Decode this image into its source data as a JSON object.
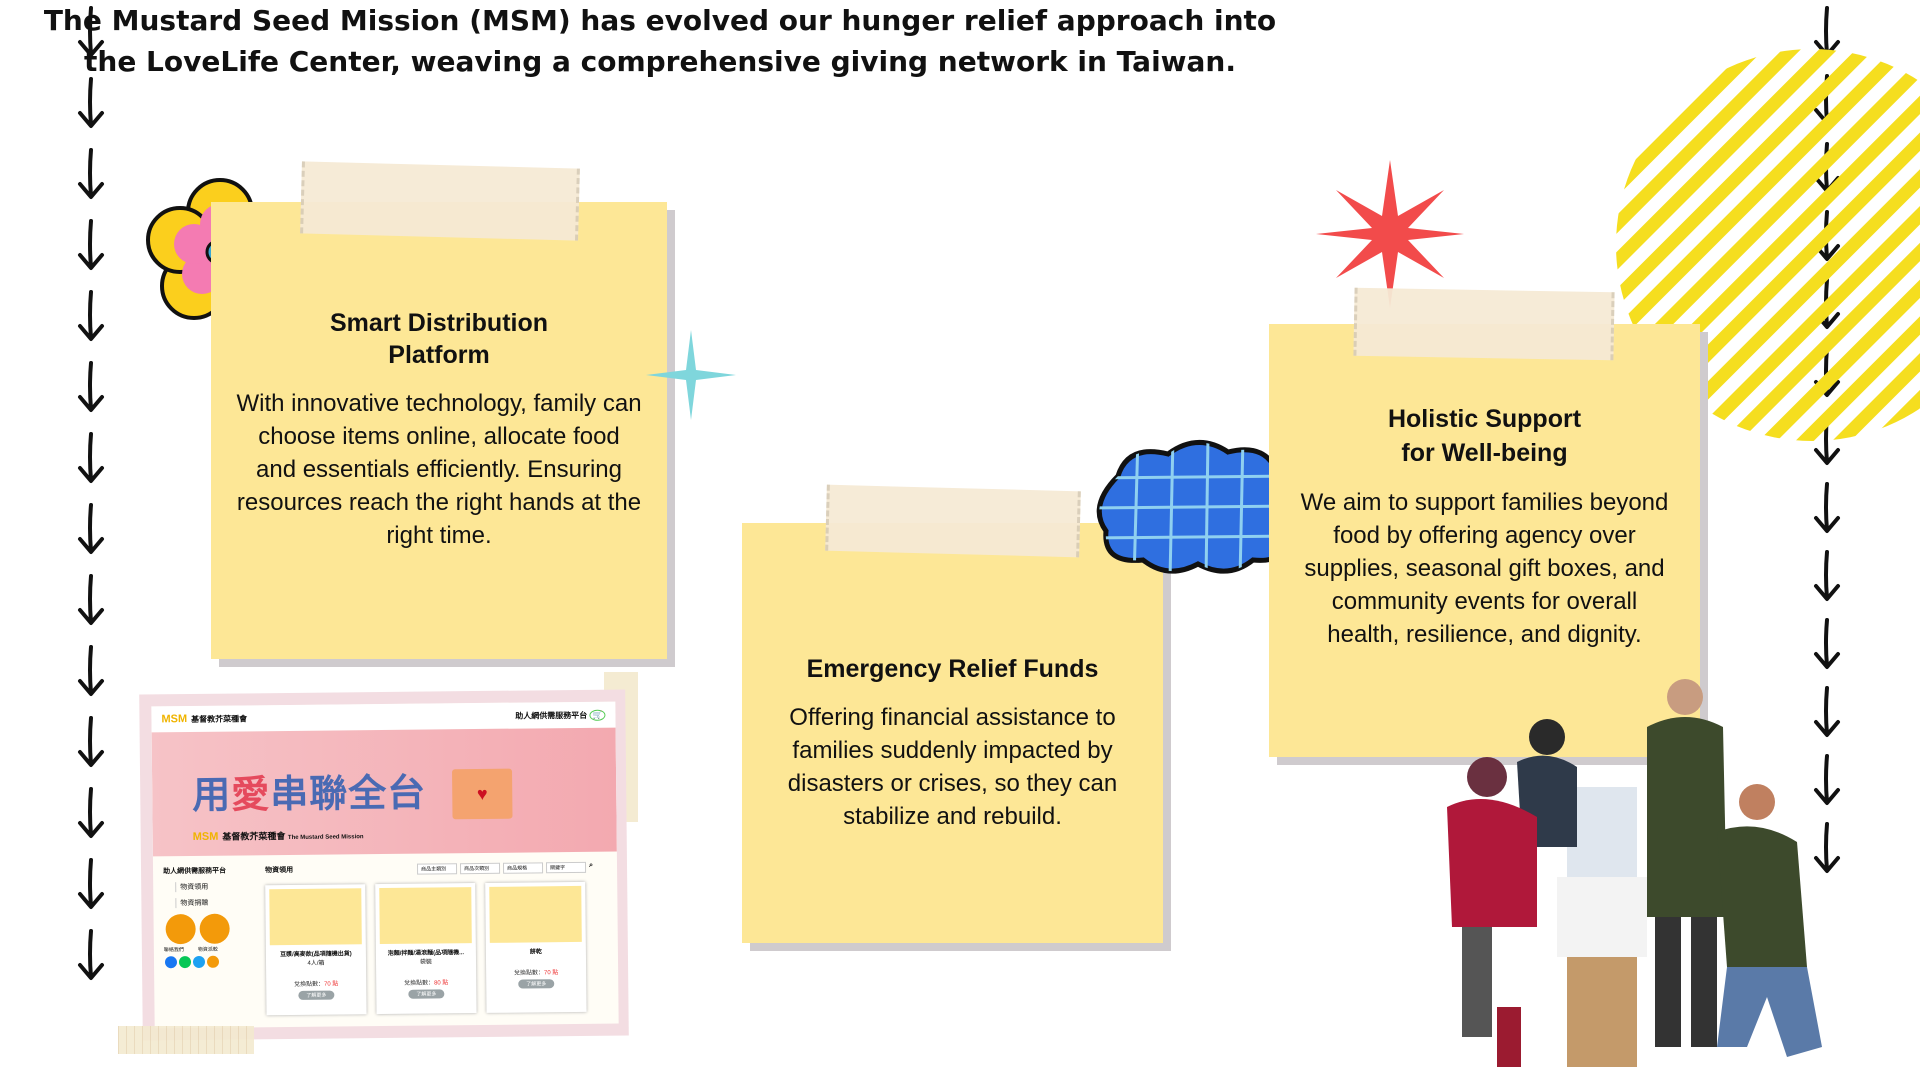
{
  "header": {
    "title_line1": "The Mustard Seed Mission (MSM) has evolved our hunger relief approach into",
    "title_line2": "the LoveLife Center, weaving a comprehensive giving network in Taiwan."
  },
  "notes": [
    {
      "title": "Smart Distribution Platform",
      "body": "With innovative technology, family can choose items online, allocate food and essentials efficiently. Ensuring resources reach the right hands at the right time."
    },
    {
      "title": "Emergency Relief Funds",
      "body": "Offering financial assistance to families suddenly impacted by disasters or crises, so they can stabilize and rebuild."
    },
    {
      "title": "Holistic Support for Well-being",
      "body": "We aim to support families beyond food by offering agency over supplies, seasonal gift boxes, and community events for overall health, resilience, and dignity."
    }
  ],
  "arrows": {
    "left_count": 14,
    "right_count": 13
  },
  "colors": {
    "note": "#fde796",
    "shadow": "#cfcbce",
    "star_red": "#f24b4b",
    "star_teal": "#7fd6dc",
    "stripes": "#f5de1f",
    "cloud": "#2f6fe0"
  },
  "inset": {
    "logo": "MSM",
    "org_name": "基督教芥菜種會",
    "org_name_en": "The Mustard Seed Mission",
    "platform": "助人網供需服務平台",
    "slogan_a": "用",
    "slogan_love": "愛",
    "slogan_b": "串聯全台",
    "sidebar_title": "助人網供需服務平台",
    "sidebar_items": [
      "物資領用",
      "物資捐贈"
    ],
    "circle_labels": [
      "聯絡我們",
      "物資派較"
    ],
    "section_title": "物資領用",
    "filters": [
      "商品主類別",
      "商品次類別",
      "商品規格",
      "關鍵字"
    ],
    "products": [
      {
        "name": "豆漿/高麥飲(品項隨機出貨)",
        "unit": "4人/箱",
        "points_label": "兌換點數：",
        "points": "70 點",
        "button": "了解更多"
      },
      {
        "name": "泡麵/拌麵/湯滾麵(品項隨機...",
        "unit": "袋裝",
        "points_label": "兌換點數：",
        "points": "80 點",
        "button": "了解更多"
      },
      {
        "name": "餅乾",
        "unit": "",
        "points_label": "兌換點數：",
        "points": "70 點",
        "button": "了解更多"
      }
    ]
  }
}
